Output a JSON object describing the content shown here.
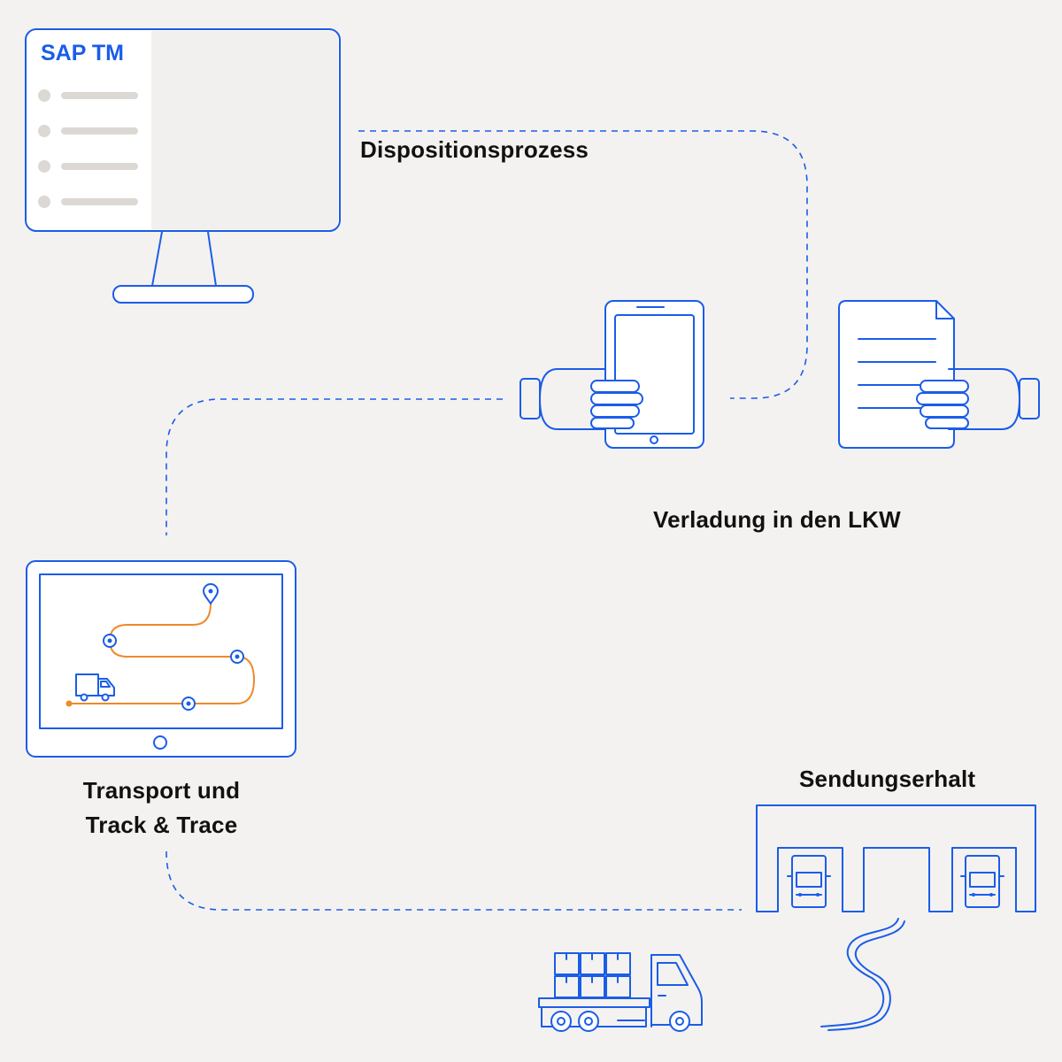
{
  "app": {
    "name": "SAP TM"
  },
  "steps": {
    "disposition": "Dispositionsprozess",
    "loading": "Verladung in den LKW",
    "transport_line1": "Transport und",
    "transport_line2": "Track & Trace",
    "receipt": "Sendungserhalt"
  },
  "colors": {
    "accent": "#1a5de8",
    "route": "#ee8a2a",
    "background": "#f4f2f0",
    "text": "#111111",
    "placeholder": "#dcd8d3"
  },
  "icons": [
    "desktop-monitor-icon",
    "tablet-in-hand-icon",
    "document-in-hand-icon",
    "map-pin-icon",
    "delivery-truck-icon",
    "warehouse-dock-icon",
    "flatbed-truck-icon"
  ]
}
